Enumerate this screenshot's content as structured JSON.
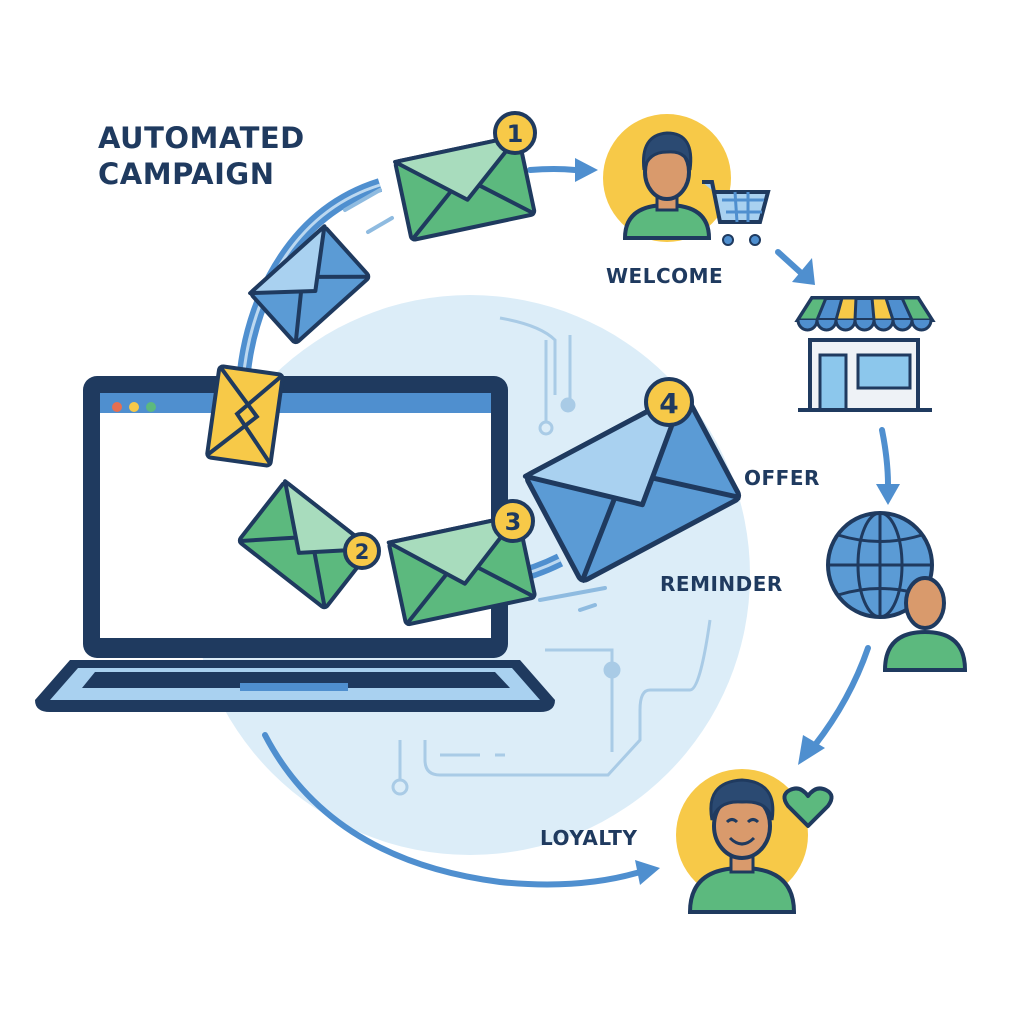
{
  "title": {
    "line1": "AUTOMATED",
    "line2": "CAMPAIGN"
  },
  "stages": [
    {
      "label": "WELCOME",
      "icon": "person-with-cart-icon"
    },
    {
      "label": "OFFER",
      "icon": "storefront-icon"
    },
    {
      "label": "REMINDER",
      "icon": "globe-person-icon"
    },
    {
      "label": "LOYALTY",
      "icon": "happy-person-heart-icon"
    }
  ],
  "emails": [
    {
      "badge": "1",
      "color": "green"
    },
    {
      "badge": "2",
      "color": "green"
    },
    {
      "badge": "3",
      "color": "green"
    },
    {
      "badge": "4",
      "color": "blue"
    }
  ],
  "colors": {
    "navy": "#1f3a5f",
    "blue": "#4f8fcf",
    "light_blue": "#dcedf8",
    "green": "#5cb97e",
    "light_green": "#a8dcbd",
    "yellow": "#f7c948",
    "skin": "#d99a6c"
  }
}
